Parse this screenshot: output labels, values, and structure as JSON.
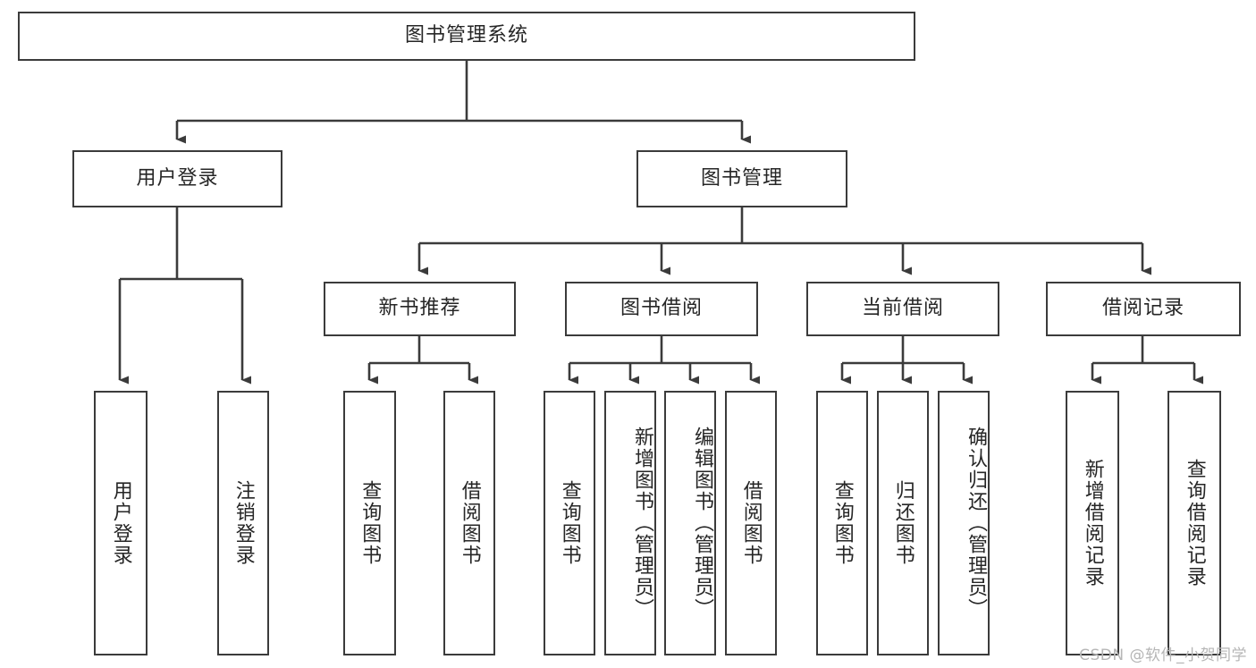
{
  "diagram": {
    "type": "tree-hierarchy",
    "title": "图书管理系统",
    "orientation": "top-down",
    "watermark": "CSDN @软件_小贺同学",
    "colors": {
      "box_border": "#3b3b3b",
      "box_fill": "#ffffff",
      "connector": "#3b3b3b",
      "text": "#262626",
      "watermark": "#b6b6b6",
      "background": "#ffffff"
    },
    "nodes": {
      "root": {
        "label": "图书管理系统",
        "level": 0,
        "text_direction": "horizontal"
      },
      "level1": [
        {
          "id": "user-login",
          "label": "用户登录",
          "text_direction": "horizontal"
        },
        {
          "id": "book-management",
          "label": "图书管理",
          "text_direction": "horizontal"
        }
      ],
      "level2": [
        {
          "id": "new-book-recommend",
          "label": "新书推荐",
          "parent": "book-management",
          "text_direction": "horizontal"
        },
        {
          "id": "book-borrow",
          "label": "图书借阅",
          "parent": "book-management",
          "text_direction": "horizontal"
        },
        {
          "id": "current-borrow",
          "label": "当前借阅",
          "parent": "book-management",
          "text_direction": "horizontal"
        },
        {
          "id": "borrow-record",
          "label": "借阅记录",
          "parent": "book-management",
          "text_direction": "horizontal"
        }
      ],
      "leaves": [
        {
          "id": "leaf-user-login",
          "label": "用户登录",
          "parent": "user-login",
          "text_direction": "vertical"
        },
        {
          "id": "leaf-logout",
          "label": "注销登录",
          "parent": "user-login",
          "text_direction": "vertical"
        },
        {
          "id": "leaf-query-book-1",
          "label": "查询图书",
          "parent": "new-book-recommend",
          "text_direction": "vertical"
        },
        {
          "id": "leaf-borrow-book-1",
          "label": "借阅图书",
          "parent": "new-book-recommend",
          "text_direction": "vertical"
        },
        {
          "id": "leaf-query-book-2",
          "label": "查询图书",
          "parent": "book-borrow",
          "text_direction": "vertical"
        },
        {
          "id": "leaf-add-book",
          "label": "新增图书（管理员）",
          "parent": "book-borrow",
          "text_direction": "vertical"
        },
        {
          "id": "leaf-edit-book",
          "label": "编辑图书（管理员）",
          "parent": "book-borrow",
          "text_direction": "vertical"
        },
        {
          "id": "leaf-borrow-book-2",
          "label": "借阅图书",
          "parent": "book-borrow",
          "text_direction": "vertical"
        },
        {
          "id": "leaf-query-book-3",
          "label": "查询图书",
          "parent": "current-borrow",
          "text_direction": "vertical"
        },
        {
          "id": "leaf-return-book",
          "label": "归还图书",
          "parent": "current-borrow",
          "text_direction": "vertical"
        },
        {
          "id": "leaf-confirm-return",
          "label": "确认归还（管理员）",
          "parent": "current-borrow",
          "text_direction": "vertical"
        },
        {
          "id": "leaf-add-record",
          "label": "新增借阅记录",
          "parent": "borrow-record",
          "text_direction": "vertical"
        },
        {
          "id": "leaf-query-record",
          "label": "查询借阅记录",
          "parent": "borrow-record",
          "text_direction": "vertical"
        }
      ]
    }
  }
}
